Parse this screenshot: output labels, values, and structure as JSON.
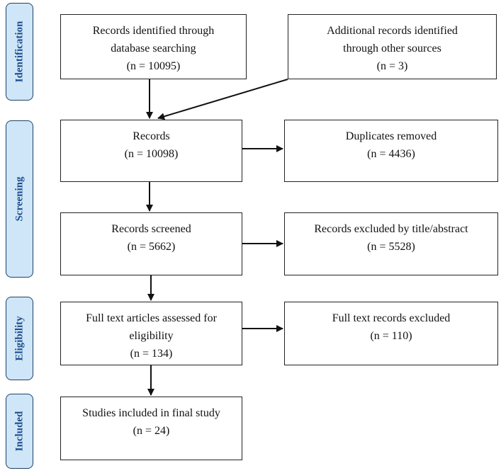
{
  "phases": {
    "identification": "Identification",
    "screening": "Screening",
    "eligibility": "Eligibility",
    "included": "Included"
  },
  "boxes": {
    "database_search": [
      "Records identified through",
      "database searching",
      "(n = 10095)"
    ],
    "other_sources": [
      "Additional records identified",
      "through other sources",
      "(n = 3)"
    ],
    "records": [
      "Records",
      "(n = 10098)"
    ],
    "duplicates_removed": [
      "Duplicates removed",
      "(n = 4436)"
    ],
    "records_screened": [
      "Records screened",
      "(n = 5662)"
    ],
    "excluded_title_abstract": [
      "Records excluded by title/abstract",
      "(n = 5528)"
    ],
    "full_text_assessed": [
      "Full text articles assessed for",
      "eligibility",
      "(n = 134)"
    ],
    "full_text_excluded": [
      "Full text records excluded",
      "(n = 110)"
    ],
    "studies_included": [
      "Studies included in final study",
      "(n = 24)"
    ]
  }
}
